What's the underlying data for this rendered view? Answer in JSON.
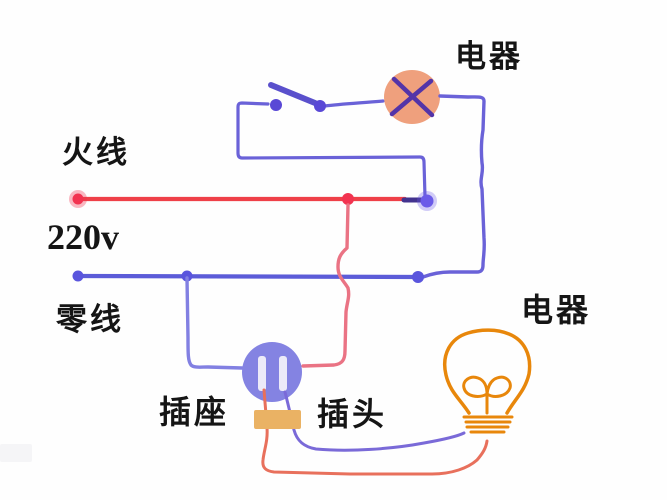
{
  "figure": {
    "labels": {
      "appliance_top": "电器",
      "live_wire": "火线",
      "voltage": "220v",
      "neutral_wire": "零线",
      "appliance_right": "电器",
      "socket": "插座",
      "plug": "插头"
    },
    "colors": {
      "live": "#ef4048",
      "live_dot": "#f23350",
      "live_branch": "#ea7384",
      "overlap": "#43338f",
      "neutral": "#5c5cd8",
      "neutral_dot": "#5a55dd",
      "neutral_end_dot": "#6b5be8",
      "neutral_branch": "#8280e2",
      "circuit": "#6a62d8",
      "switch_metal": "#5a50cc",
      "switch_dot": "#5948d6",
      "lamp_fill": "#efa07d",
      "lamp_cross": "#5334a8",
      "socket_fill": "#8483e2",
      "socket_slot": "#eceaf8",
      "plug_fill": "#eab264",
      "plug_live_wire": "#e8705c",
      "plug_neutral_wire": "#7a6ad8",
      "bulb": "#e8870b",
      "text": "#151515",
      "background": "#fefefe"
    }
  }
}
